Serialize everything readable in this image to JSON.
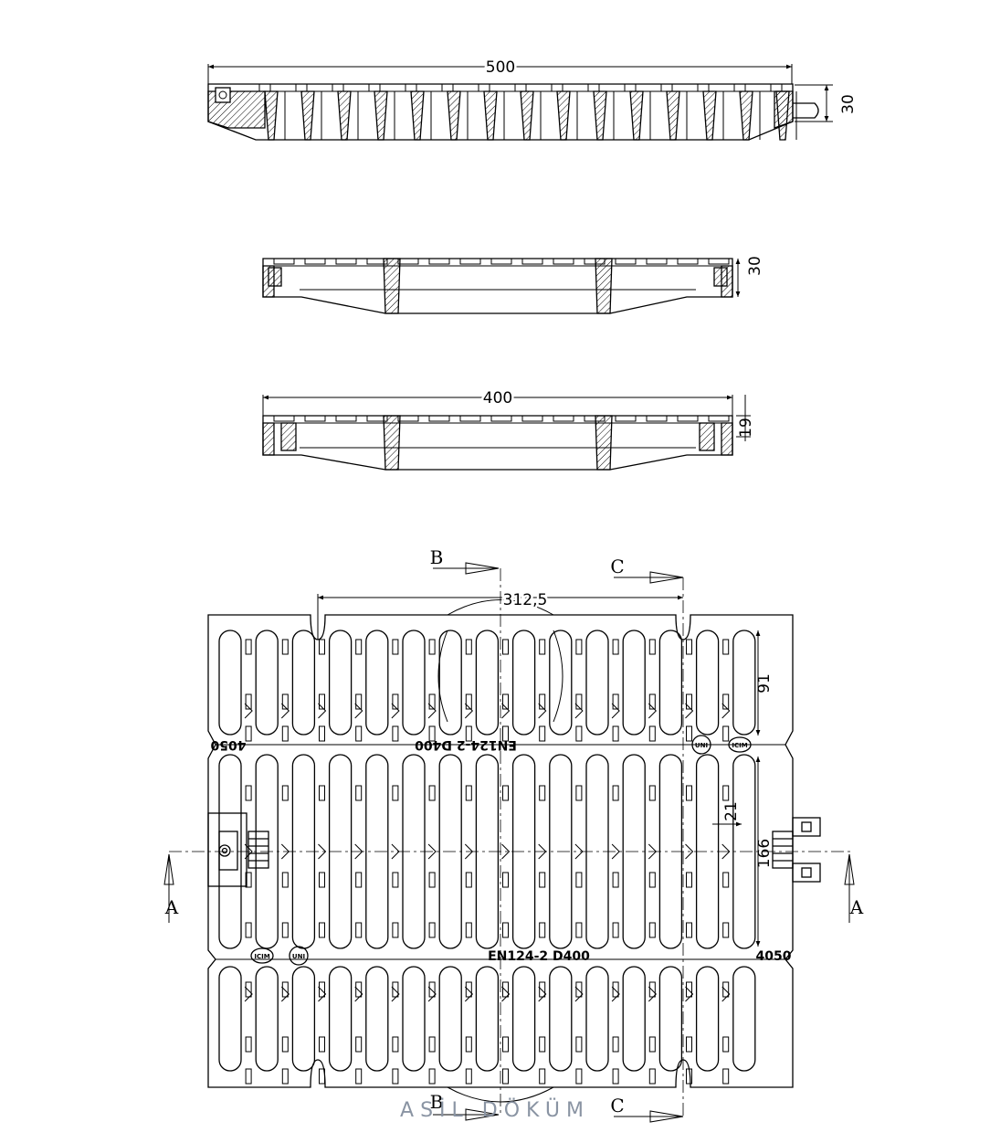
{
  "dimensions": {
    "top_length": "500",
    "top_height": "30",
    "mid_height": "30",
    "bottom_length": "400",
    "bottom_height": "19",
    "plan_spacing": "312,5",
    "plan_slot_upper": "91",
    "plan_bar": "21",
    "plan_slot_mid": "166"
  },
  "section_labels": {
    "a_left": "A",
    "a_right": "A",
    "b_top": "B",
    "c_top": "C",
    "b_bottom": "B",
    "c_bottom": "C"
  },
  "markings": {
    "model_upper": "4050",
    "standard_upper": "EN124-2 D400",
    "standard_lower": "EN124-2 D400",
    "model_lower": "4050"
  },
  "logos": {
    "upper_a": "UNI",
    "upper_b": "ICIM",
    "lower_a": "ICIM",
    "lower_b": "UNI"
  },
  "watermark": "ASİL DÖKÜM"
}
